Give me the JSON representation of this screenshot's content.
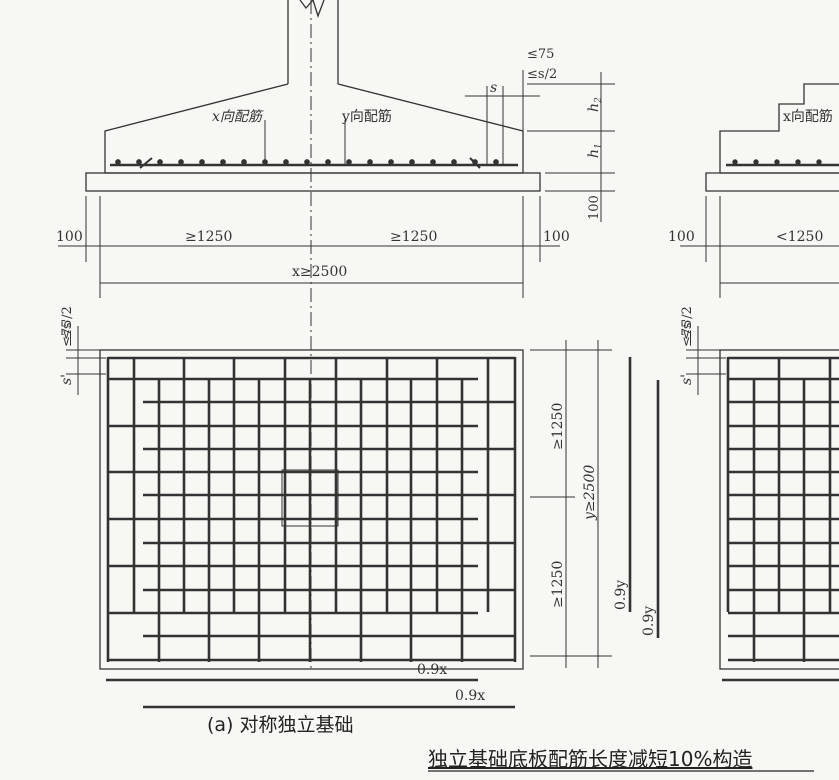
{
  "section": {
    "x_bar_label": "x向配筋",
    "y_bar_label": "y向配筋",
    "le75": "≤75",
    "le_s_half": "≤s/2",
    "s": "s",
    "h2": "h",
    "h2_sub": "2",
    "h1": "h",
    "h1_sub": "1",
    "dim_100": "100"
  },
  "dims_a": {
    "left100": "100",
    "half_left": "≥1250",
    "half_right": "≥1250",
    "right100": "100",
    "total_x": "x≥2500"
  },
  "plan_a": {
    "le75": "≤75",
    "le_s2": "≤s'/2",
    "s_prime": "s'",
    "dim_top": "≥1250",
    "dim_total_y": "y≥2500",
    "dim_bottom": "≥1250",
    "bar_09y_1": "0.9y",
    "bar_09y_2": "0.9y",
    "bar_09x_1": "0.9x",
    "bar_09x_2": "0.9x"
  },
  "right_partial": {
    "x_bar_label": "x向配筋",
    "left100": "100",
    "half_left": "<1250",
    "le75": "≤75",
    "le_s2": "≤s'/2",
    "s_prime": "s'"
  },
  "caption_a": "(a) 对称独立基础",
  "main_title": "独立基础底板配筋长度减短10%构造"
}
